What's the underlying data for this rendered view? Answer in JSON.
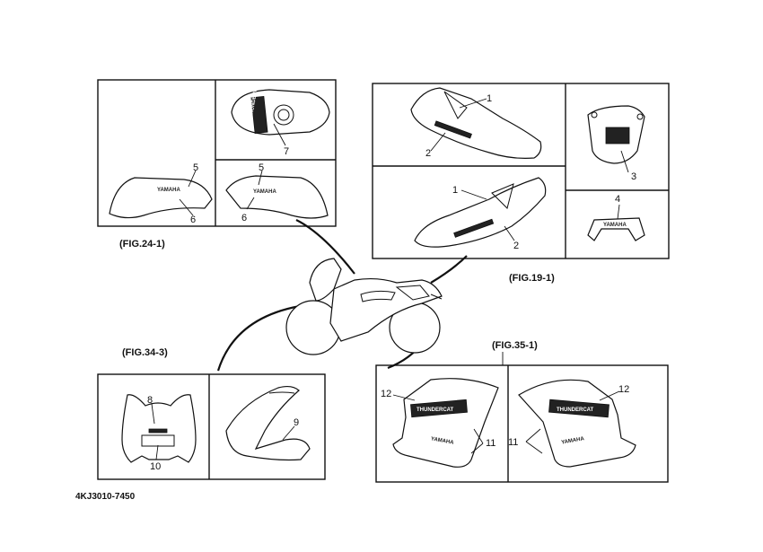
{
  "figures": {
    "fig_24_1": "(FIG.24-1)",
    "fig_19_1": "(FIG.19-1)",
    "fig_34_3": "(FIG.34-3)",
    "fig_35_1": "(FIG.35-1)"
  },
  "callouts": {
    "c1a": "1",
    "c1b": "1",
    "c2a": "2",
    "c2b": "2",
    "c3": "3",
    "c4": "4",
    "c5a": "5",
    "c5b": "5",
    "c6a": "6",
    "c6b": "6",
    "c7": "7",
    "c8": "8",
    "c9": "9",
    "c10": "10",
    "c11a": "11",
    "c11b": "11",
    "c12a": "12",
    "c12b": "12"
  },
  "decal_text": {
    "yamaha": "YAMAHA",
    "thundercat": "THUNDERCAT"
  },
  "part_code": "4KJ3010-7450"
}
